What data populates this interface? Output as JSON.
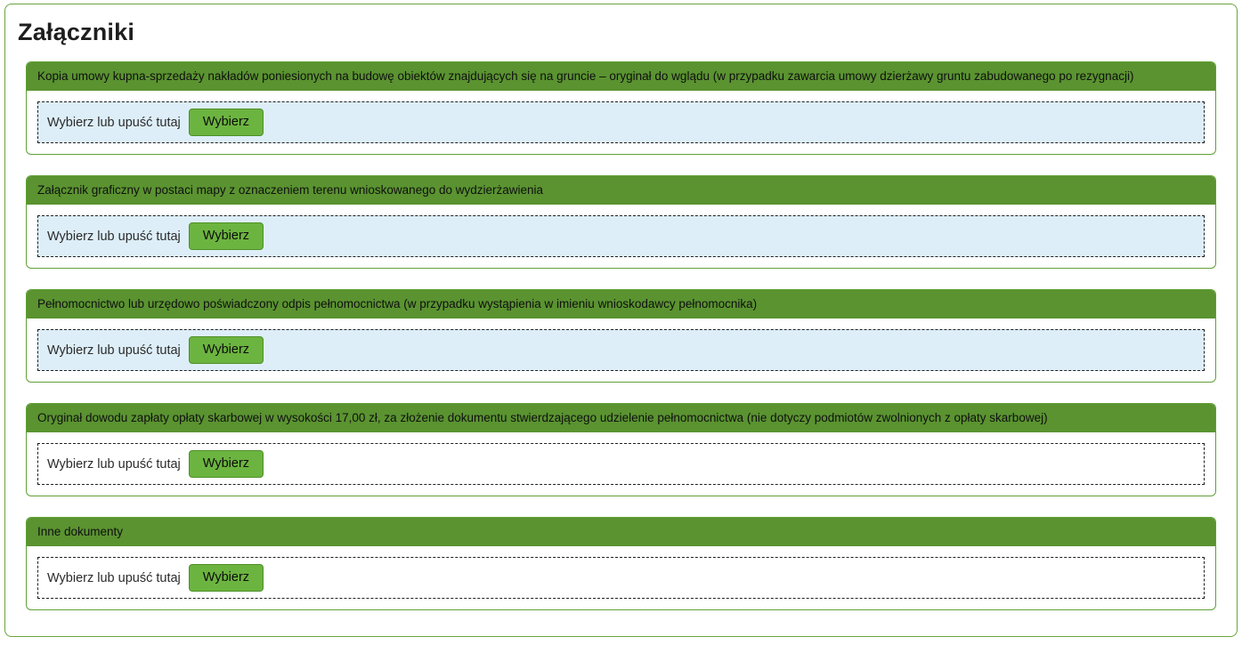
{
  "page": {
    "title": "Załączniki"
  },
  "dropzone": {
    "label": "Wybierz lub upuść tutaj",
    "button_label": "Wybierz"
  },
  "colors": {
    "section_header_green": "#5a9330",
    "section_border_green": "#61a135",
    "panel_border_green": "#6aa43c",
    "button_green": "#6cb440",
    "button_border_green": "#4e8f28",
    "dropzone_highlight_blue": "#ddeef8",
    "dropzone_dashed_border": "#1f1f1f"
  },
  "attachments": [
    {
      "title": "Kopia umowy kupna-sprzedaży nakładów poniesionych na budowę obiektów znajdujących się na gruncie – oryginał do wglądu (w przypadku zawarcia umowy dzierżawy gruntu zabudowanego po rezygnacji)",
      "dropzone_style": "highlighted"
    },
    {
      "title": "Załącznik graficzny w postaci mapy z oznaczeniem terenu wnioskowanego do wydzierżawienia",
      "dropzone_style": "highlighted"
    },
    {
      "title": "Pełnomocnictwo lub urzędowo poświadczony odpis pełnomocnictwa (w przypadku wystąpienia w imieniu wnioskodawcy pełnomocnika)",
      "dropzone_style": "highlighted"
    },
    {
      "title": "Oryginał dowodu zapłaty opłaty skarbowej w wysokości 17,00 zł, za złożenie dokumentu stwierdzającego udzielenie pełnomocnictwa (nie dotyczy podmiotów zwolnionych z opłaty skarbowej)",
      "dropzone_style": "plain"
    },
    {
      "title": "Inne dokumenty",
      "dropzone_style": "plain"
    }
  ]
}
